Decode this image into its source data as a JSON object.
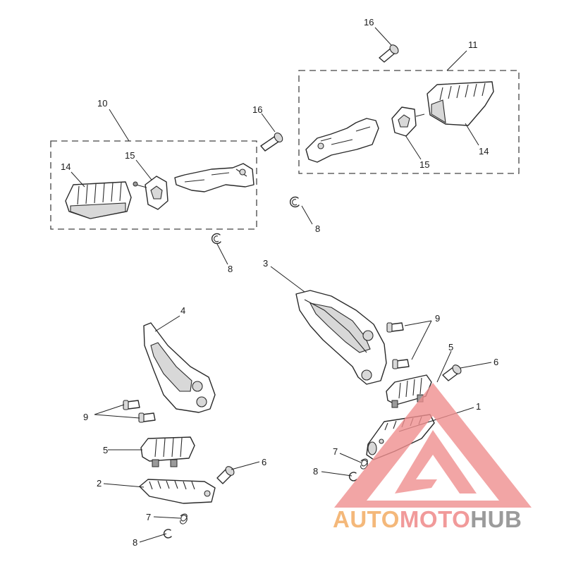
{
  "callouts": {
    "c16a": "16",
    "c11": "11",
    "c10": "10",
    "c16b": "16",
    "c15a": "15",
    "c14a": "14",
    "c14b": "14",
    "c15b": "15",
    "c8a": "8",
    "c8b": "8",
    "c3": "3",
    "c4": "4",
    "c9a": "9",
    "c5a": "5",
    "c6a": "6",
    "c1": "1",
    "c9b": "9",
    "c5b": "5",
    "c6b": "6",
    "c2": "2",
    "c7a": "7",
    "c8c": "8",
    "c7b": "7",
    "c8d": "8"
  },
  "watermark": {
    "auto": "AUTO",
    "moto": "MOTO",
    "hub": "HUB",
    "colors": {
      "auto": "#f4b87a",
      "moto": "#f19a9a",
      "hub": "#9b9b9b",
      "logo": "#ef8f8f"
    }
  }
}
